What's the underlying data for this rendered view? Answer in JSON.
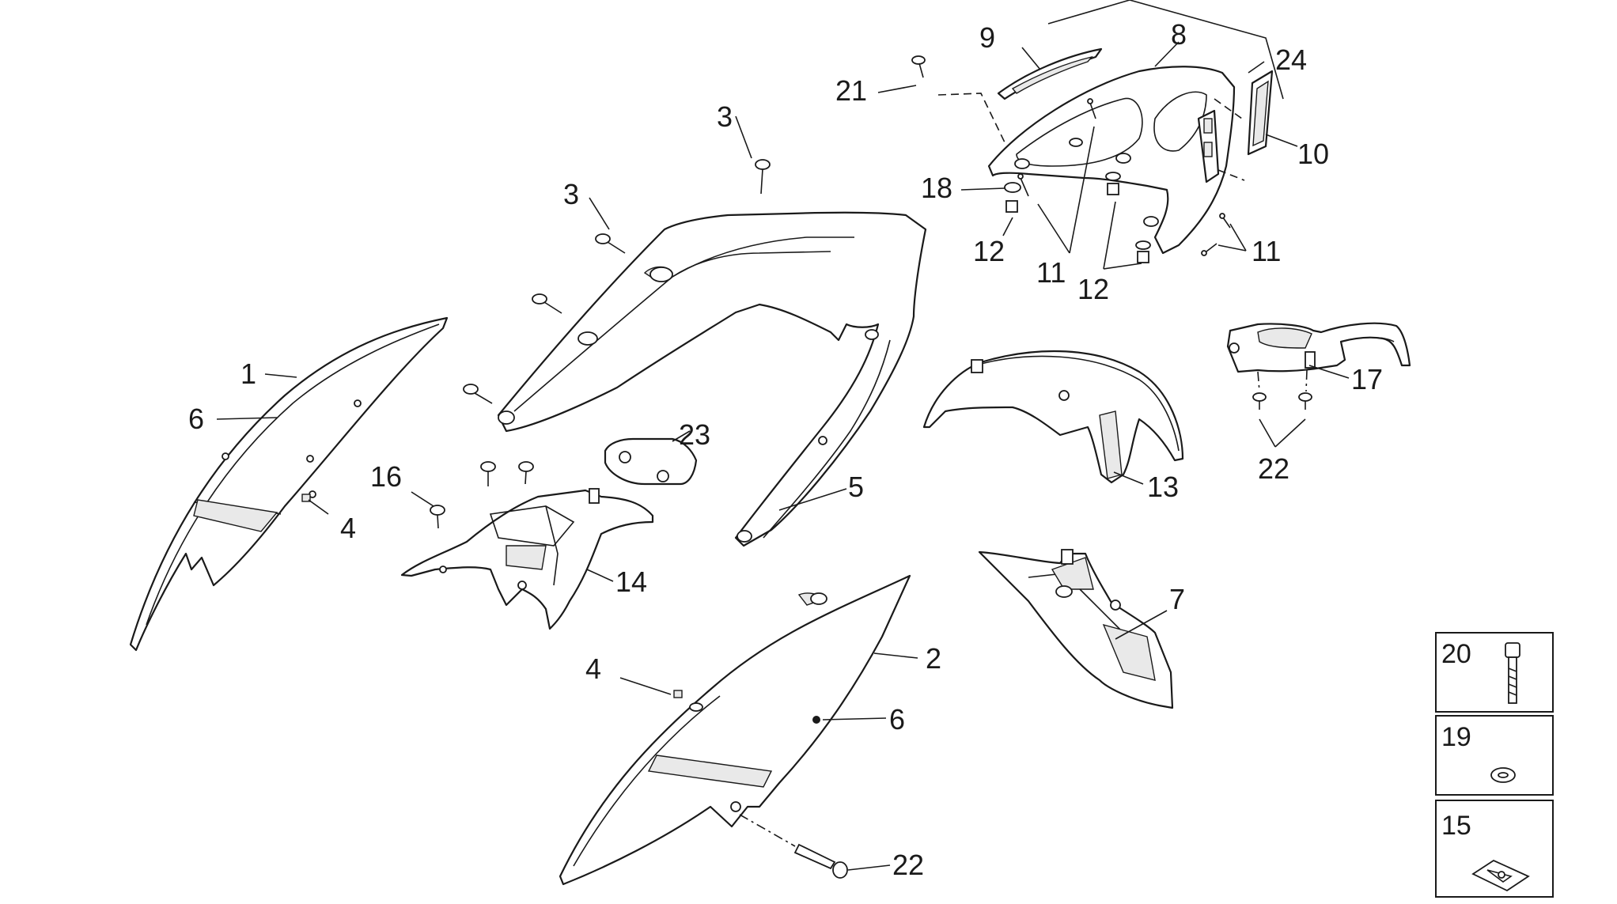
{
  "callouts": {
    "c1": "1",
    "c2": "2",
    "c3a": "3",
    "c3b": "3",
    "c4a": "4",
    "c4b": "4",
    "c5": "5",
    "c6a": "6",
    "c6b": "6",
    "c7": "7",
    "c8": "8",
    "c9": "9",
    "c10": "10",
    "c11a": "11",
    "c11b": "11",
    "c12a": "12",
    "c12b": "12",
    "c13": "13",
    "c14": "14",
    "c16": "16",
    "c17": "17",
    "c18": "18",
    "c21": "21",
    "c22a": "22",
    "c22b": "22",
    "c23": "23",
    "c24": "24"
  },
  "insets": {
    "i20": "20",
    "i19": "19",
    "i15": "15"
  }
}
